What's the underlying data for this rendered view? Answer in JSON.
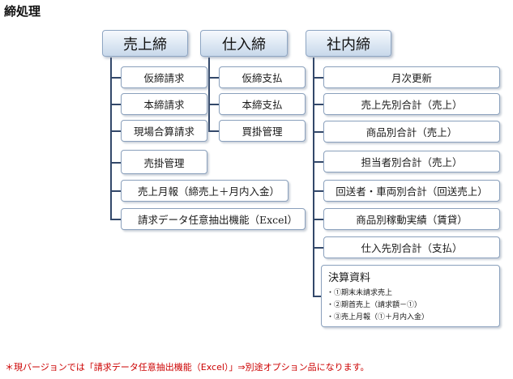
{
  "page_title": "締処理",
  "columns": {
    "uriage": {
      "header": "売上締",
      "items": [
        "仮締請求",
        "本締請求",
        "現場合算請求",
        "売掛管理",
        "売上月報（締売上＋月内入金）",
        "請求データ任意抽出機能（Excel）"
      ]
    },
    "shiire": {
      "header": "仕入締",
      "items": [
        "仮締支払",
        "本締支払",
        "買掛管理"
      ]
    },
    "shanai": {
      "header": "社内締",
      "items": [
        "月次更新",
        "売上先別合計（売上）",
        "商品別合計（売上）",
        "担当者別合計（売上）",
        "回送者・車両別合計（回送売上）",
        "商品別稼動実績（賃貸）",
        "仕入先別合計（支払）"
      ],
      "kessan": {
        "title": "決算資料",
        "items": [
          "・①期末未請求売上",
          "・②期首売上（請求額－①）",
          "・③売上月報（①＋月内入金）"
        ]
      }
    }
  },
  "footnote": "＊現バージョンでは「請求データ任意抽出機能（Excel）」⇒別途オプション品になります。",
  "colors": {
    "line": "#33486a",
    "border": "#8aa0bc",
    "note": "#cc0000"
  }
}
